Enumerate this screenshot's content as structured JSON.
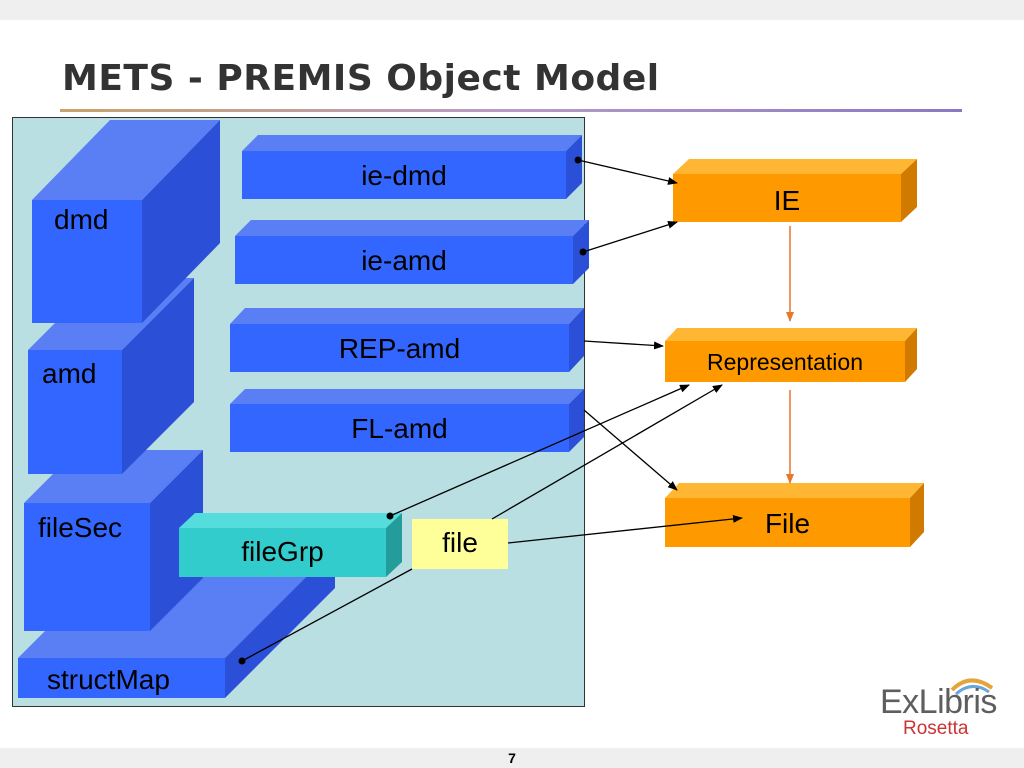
{
  "slide": {
    "title": "METS - PREMIS Object Model",
    "page_number": "7"
  },
  "mets_blocks": {
    "dmd": "dmd",
    "amd": "amd",
    "fileSec": "fileSec",
    "structMap": "structMap",
    "fileGrp": "fileGrp",
    "file": "file"
  },
  "metadata_bars": {
    "ie_dmd": "ie-dmd",
    "ie_amd": "ie-amd",
    "rep_amd": "REP-amd",
    "fl_amd": "FL-amd"
  },
  "premis_entities": {
    "ie": "IE",
    "representation": "Representation",
    "file": "File"
  },
  "logo": {
    "brand": "ExLibris",
    "product": "Rosetta"
  },
  "colors": {
    "blue_face": "#3366ff",
    "blue_top": "#5a7ff5",
    "blue_side": "#2b4fd6",
    "teal_face": "#33cccc",
    "yellow_face": "#ffff99",
    "orange_face": "#ff9900",
    "orange_side": "#d17a00",
    "panel_bg": "#b9dfe3",
    "arrow_orange": "#e8762b"
  }
}
